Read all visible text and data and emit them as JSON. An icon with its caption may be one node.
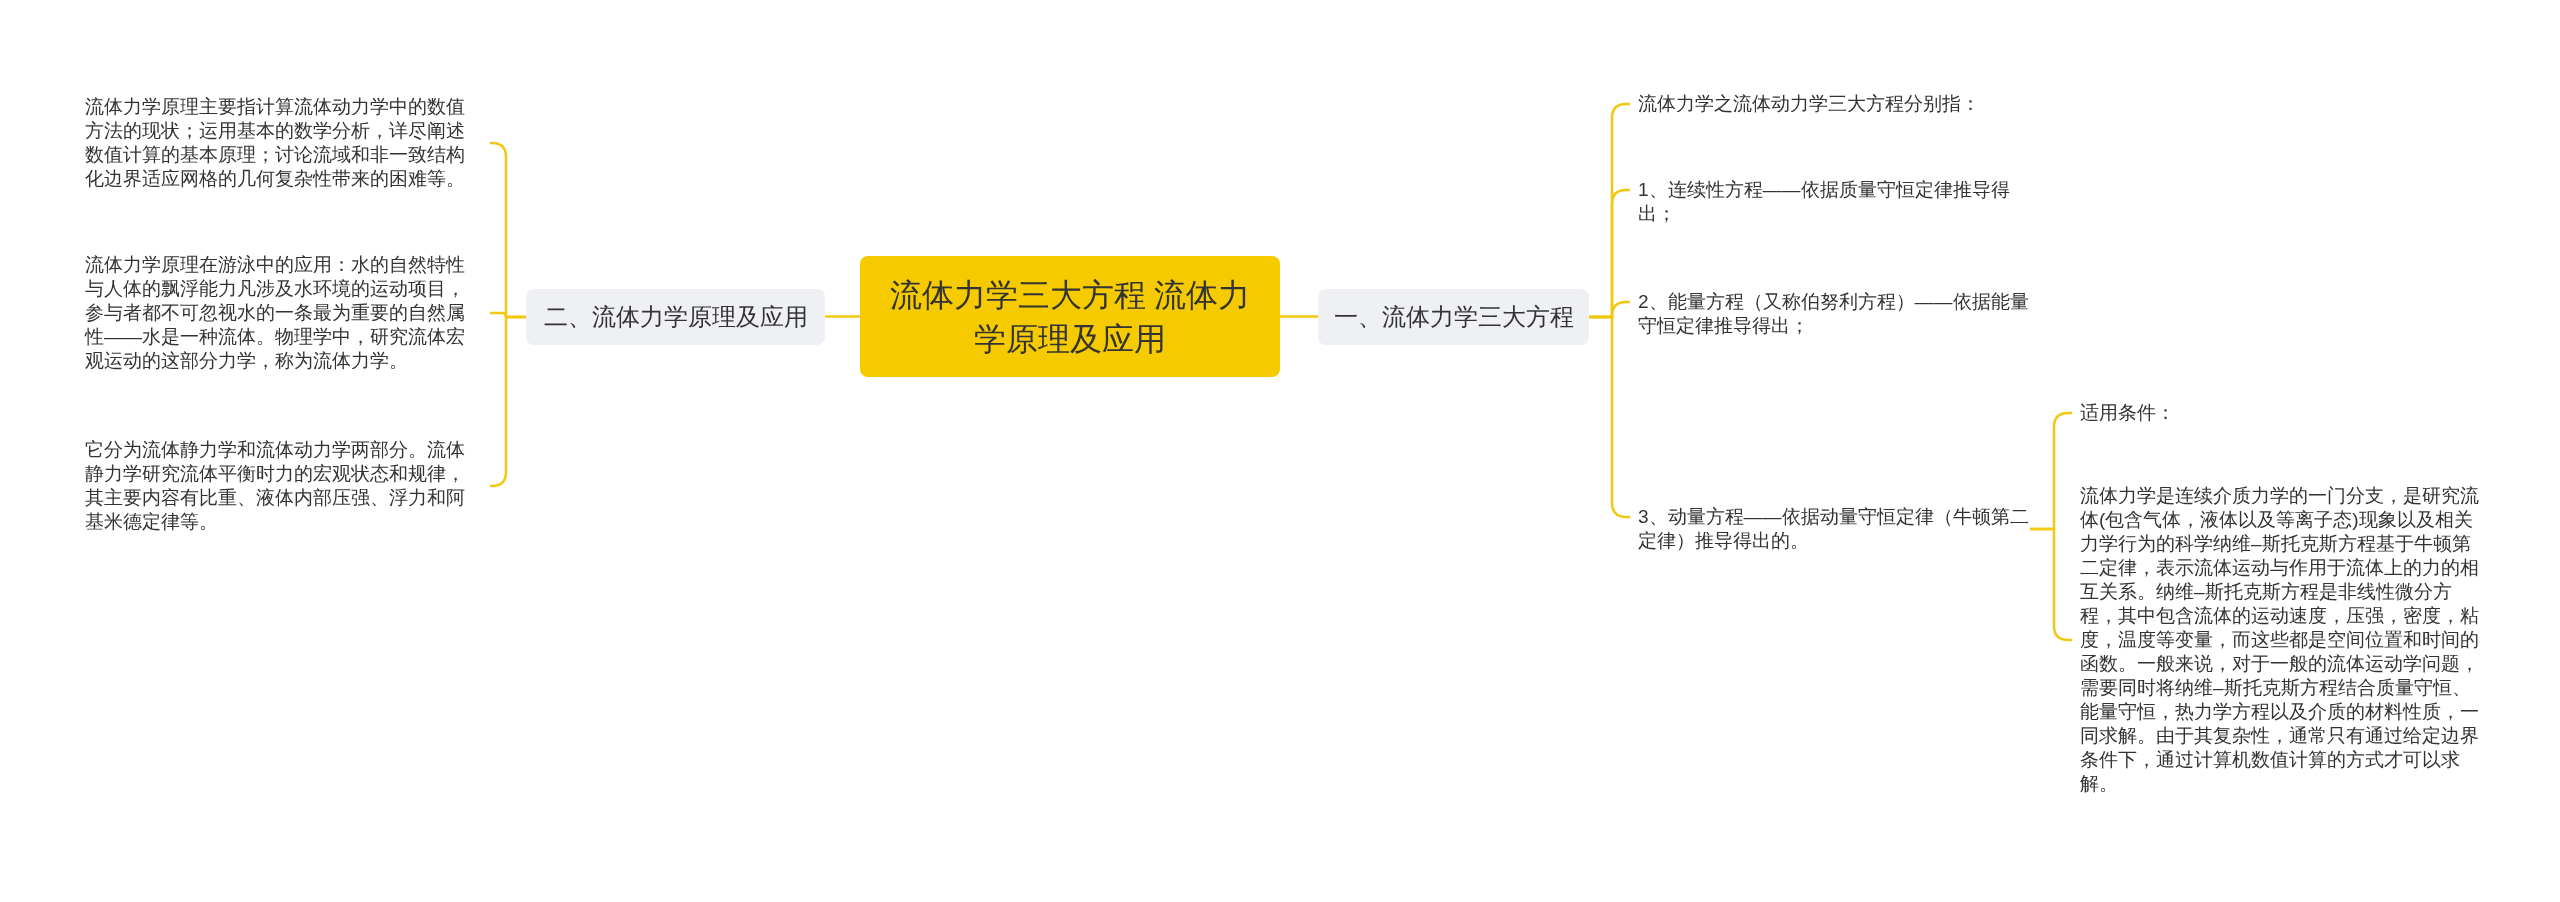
{
  "diagram": {
    "nodes": [
      {
        "text": [
          "流体力学三大方程 流体力学原理及应用"
        ]
      },
      {
        "text": [
          "一、流体力学三大方程"
        ]
      },
      {
        "text": [
          "流体力学之流体动力学三大方程分别指："
        ]
      },
      {
        "text": [
          "1、连续性方程——依据质量守恒定律推导得出；"
        ]
      },
      {
        "text": [
          "2、能量方程（又称伯努利方程）——依据能量守恒定律推导得出；"
        ]
      },
      {
        "text": [
          "3、动量方程——依据动量守恒定律（牛顿第二定律）推导得出的。"
        ]
      },
      {
        "text": [
          "适用条件："
        ]
      },
      {
        "text": [
          "流体力学是连续介质力学的一门分支，是研究流体(包含气体，液体以及等离子态)现象以及相关力学行为的科学纳维–斯托克斯方程基于牛顿第二定律，表示流体运动与作用于流体上的力的相互关系。纳维–斯托克斯方程是非线性微分方程，其中包含流体的运动速度，压强，密度，粘度，温度等变量，而这些都是空间位置和时间的函数。一般来说，对于一般的流体运动学问题，需要同时将纳维–斯托克斯方程结合质量守恒、能量守恒，热力学方程以及介质的材料性质，一同求解。由于其复杂性，通常只有通过给定边界条件下，通过计算机数值计算的方式才可以求解。"
        ]
      },
      {
        "text": [
          "二、流体力学原理及应用"
        ]
      },
      {
        "text": [
          "流体力学原理主要指计算流体动力学中的数值方法的现状；运用基本的数学分析，详尽阐述数值计算的基本原理；讨论流域和非一致结构化边界适应网格的几何复杂性带来的困难等。"
        ]
      },
      {
        "text": [
          "流体力学原理在游泳中的应用：水的自然特性与人体的飘浮能力凡涉及水环境的运动项目，参与者都不可忽视水的一条最为重要的自然属性——水是一种流体。物理学中，研究流体宏观运动的这部分力学，称为流体力学。"
        ]
      },
      {
        "text": [
          "它分为流体静力学和流体动力学两部分。流体静力学研究流体平衡时力的宏观状态和规律，其主要内容有比重、液体内部压强、浮力和阿基米德定律等。"
        ]
      }
    ],
    "edges": [
      {
        "from": 0,
        "to": 1,
        "arrow": "none"
      },
      {
        "from": 1,
        "to": 2,
        "arrow": "none"
      },
      {
        "from": 1,
        "to": 3,
        "arrow": "none"
      },
      {
        "from": 1,
        "to": 4,
        "arrow": "none"
      },
      {
        "from": 1,
        "to": 5,
        "arrow": "none"
      },
      {
        "from": 5,
        "to": 6,
        "arrow": "none"
      },
      {
        "from": 5,
        "to": 7,
        "arrow": "none"
      },
      {
        "from": 0,
        "to": 8,
        "arrow": "none"
      },
      {
        "from": 8,
        "to": 9,
        "arrow": "none"
      },
      {
        "from": 8,
        "to": 10,
        "arrow": "none"
      },
      {
        "from": 8,
        "to": 11,
        "arrow": "none"
      }
    ]
  }
}
